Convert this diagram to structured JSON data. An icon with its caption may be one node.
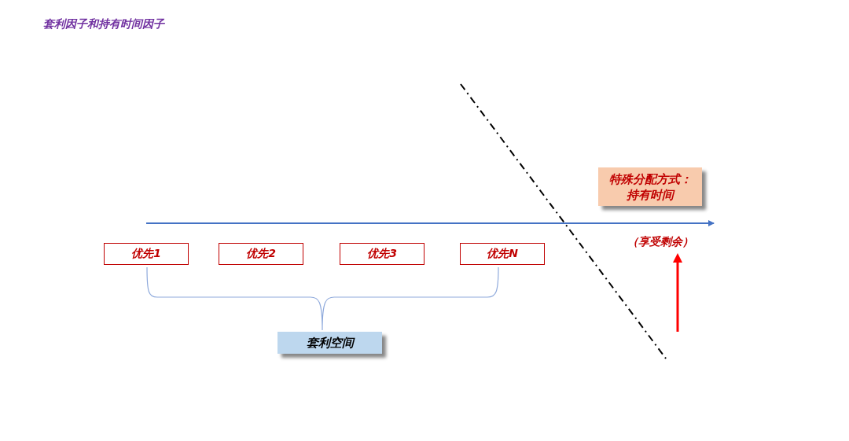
{
  "diagram": {
    "title": "套利因子和持有时间因子",
    "nodes": [
      {
        "text": [
          "优先1"
        ]
      },
      {
        "text": [
          "优先2"
        ]
      },
      {
        "text": [
          "优先3"
        ]
      },
      {
        "text": [
          "优先N"
        ]
      },
      {
        "text": [
          "套利空间"
        ]
      },
      {
        "text": [
          "特殊分配方式：持有时间"
        ]
      },
      {
        "text": [
          "（享受剩余）"
        ]
      }
    ],
    "edges": [
      {
        "from": null,
        "to": 6,
        "arrow": "to"
      }
    ]
  }
}
